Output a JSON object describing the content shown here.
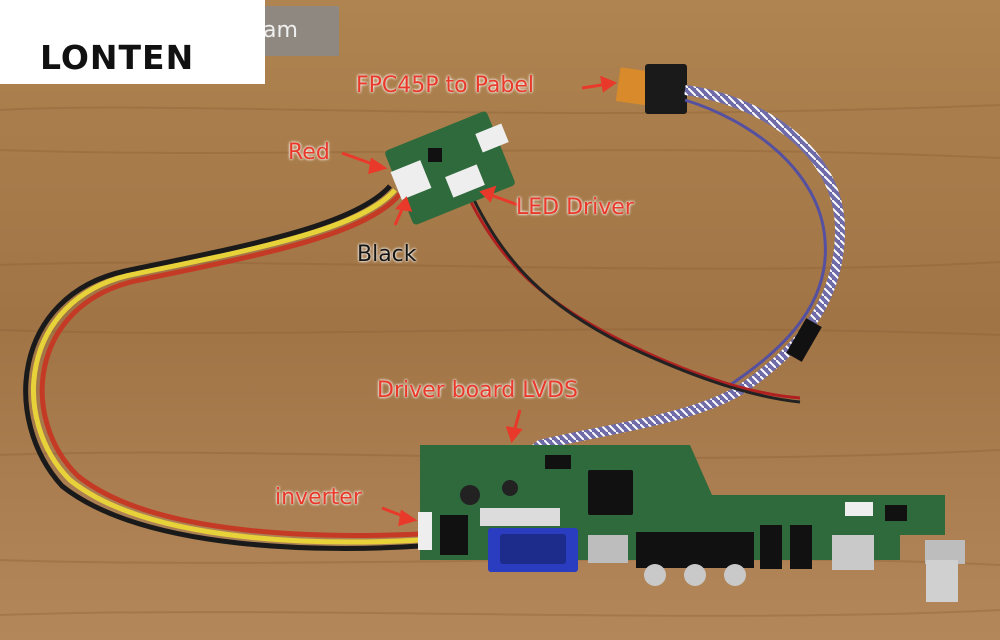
{
  "brand": {
    "logo_text": "LONTEN",
    "tag_fragment": "am"
  },
  "labels": {
    "fpc": "FPC45P to Pabel",
    "red": "Red",
    "led_driver": "LED Driver",
    "black": "Black",
    "driver_lvds": "Driver board LVDS",
    "inverter": "inverter"
  },
  "colors": {
    "label_red": "#e8392a",
    "label_black": "#151515",
    "pcb_green": "#2e6a3c",
    "wood": "#a57a4a",
    "fpc_orange": "#d98a2a"
  }
}
